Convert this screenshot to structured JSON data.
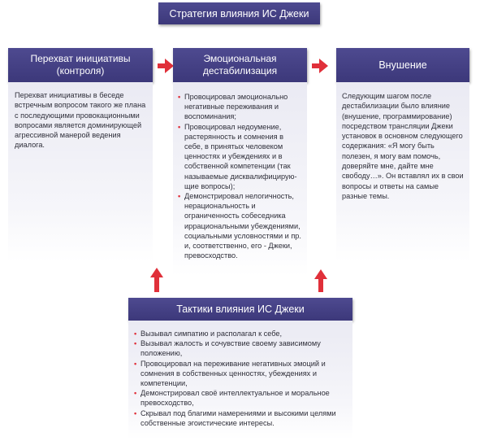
{
  "title": "Стратегия влияния ИС Джеки",
  "colors": {
    "header_bg": "#443f86",
    "arrow": "#e0303a",
    "bullet": "#e0303a"
  },
  "box1": {
    "title": "Перехват инициативы (контроля)",
    "text": "Перехват инициативы в беседе встречным вопросом такого же плана с последующими провокационными вопросами является доминирующей агрессивной манерой ведения диалога."
  },
  "box2": {
    "title": "Эмоциональная дестабилизация",
    "items": [
      "Провоцировал эмоционально негативные переживания и воспоминания;",
      "Провоцировал недоумение, растерянность и сомнения в себе, в принятых человеком ценностях и убеждениях и в собственной компетенции (так называемые дисквалифицирую-щие вопросы);",
      "Демонстрировал нелогичность, нерациональность и ограниченность собеседника иррациональными убеждениями, социальными условностями и пр. и, соответственно, его - Джеки, превосходство."
    ]
  },
  "box3": {
    "title": "Внушение",
    "text": "Следующим шагом после дестабилизации было влияние (внушение, программирование) посредством трансляции Джеки установок в основном следующего содержания: «Я могу быть полезен, я могу вам помочь, доверяйте мне, дайте мне свободу…». Он вставлял их в свои вопросы и ответы на самые разные темы."
  },
  "box4": {
    "title": "Тактики влияния ИС Джеки",
    "items": [
      "Вызывал симпатию и располагал к себе,",
      "Вызывал жалость и сочувствие своему зависимому положению,",
      "Провоцировал на переживание негативных эмоций и сомнения в собственных ценностях, убеждениях и компетенции,",
      "Демонстрировал своё интеллектуальное и моральное превосходство,",
      "Скрывал под благими намерениями и высокими целями собственные эгоистические интересы."
    ]
  }
}
